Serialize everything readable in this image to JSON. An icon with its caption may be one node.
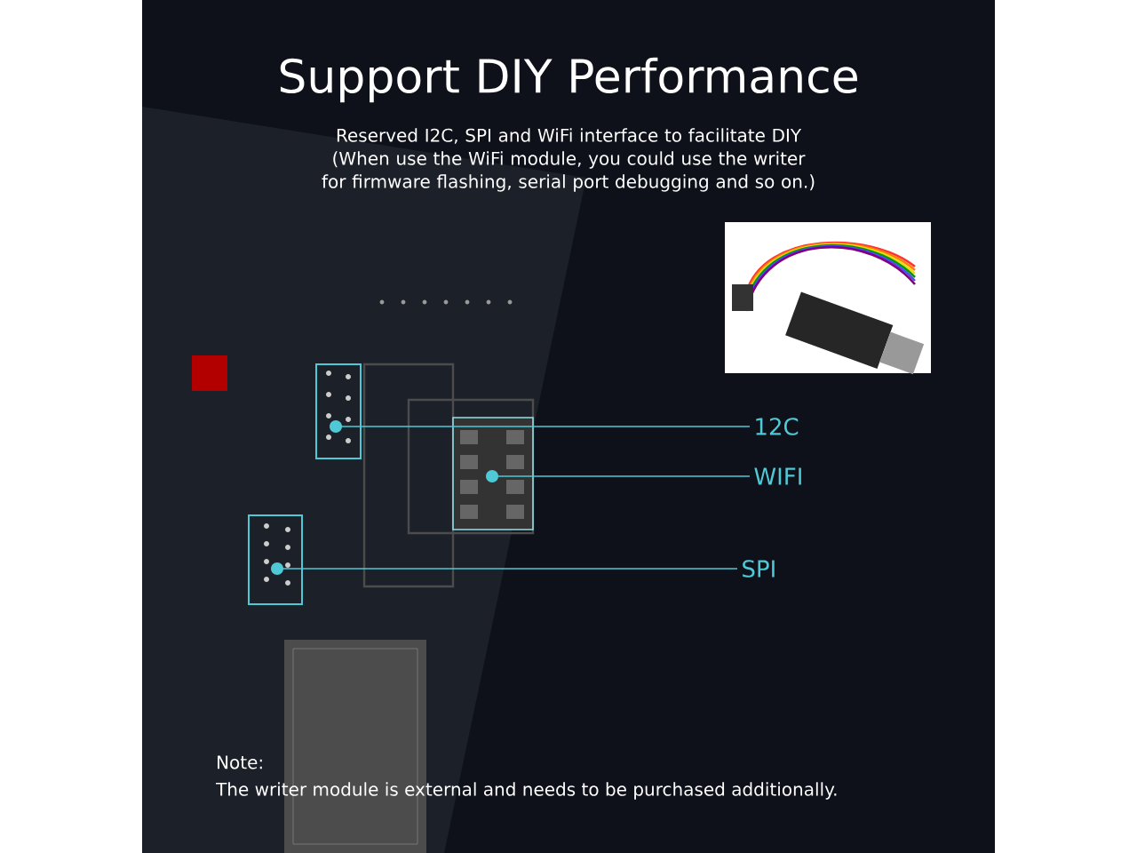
{
  "diagram": {
    "title": "Support DIY Performance",
    "nodes": [
      {
        "text": [
          "12C"
        ]
      },
      {
        "text": [
          "WIFI"
        ]
      },
      {
        "text": [
          "SPI"
        ]
      }
    ],
    "edges": [
      {
        "from": 0,
        "to": null,
        "arrow": "other"
      },
      {
        "from": 1,
        "to": null,
        "arrow": "other"
      },
      {
        "from": 2,
        "to": null,
        "arrow": "other"
      }
    ],
    "labels": [
      "Reserved I2C, SPI and WiFi interface to facilitate DIY (When use the WiFi module, you could use the writer for firmware flashing, serial port debugging and so on.)",
      "Note:",
      "The writer module is external and needs to be purchased additionally."
    ]
  }
}
